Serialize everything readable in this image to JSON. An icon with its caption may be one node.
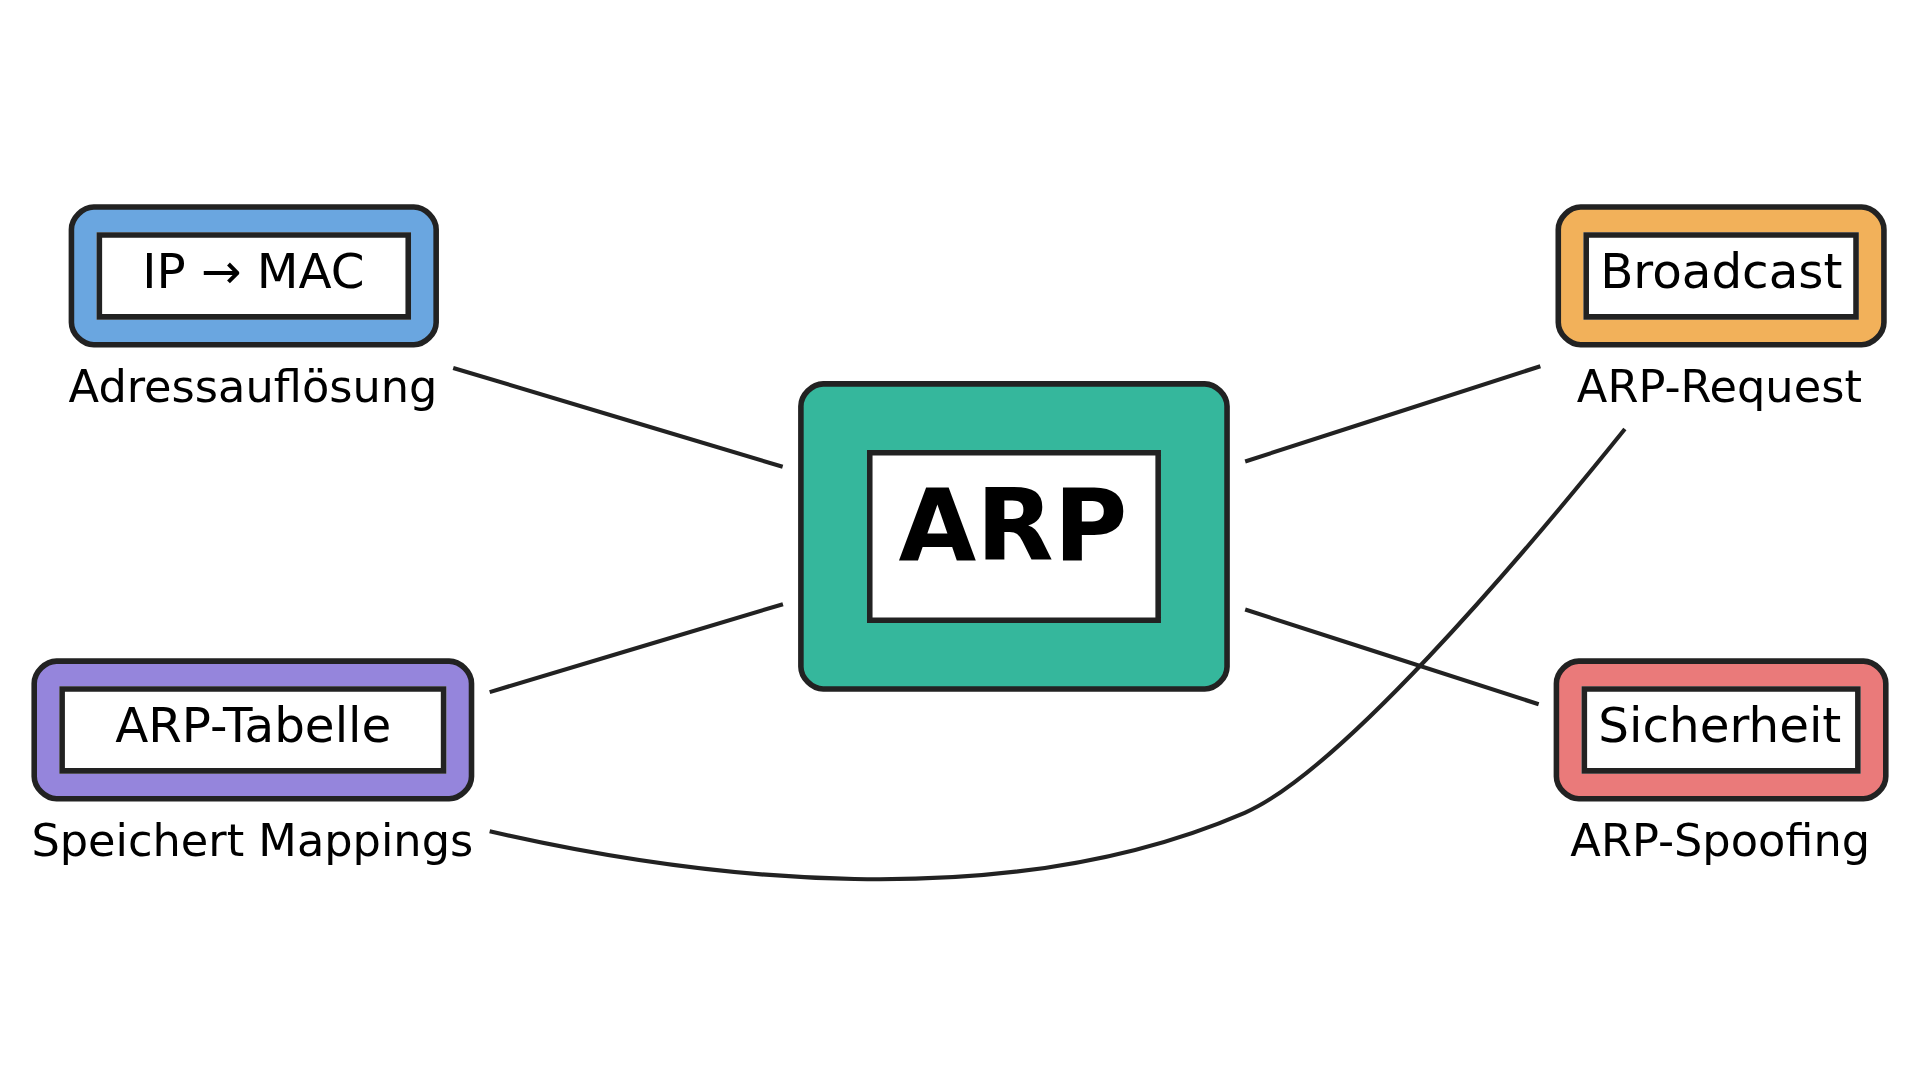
{
  "diagram": {
    "nodes": [
      {
        "text": [
          "IP → MAC"
        ],
        "beside": [
          "Adressauflösung"
        ]
      },
      {
        "text": [
          "Broadcast"
        ],
        "beside": [
          "ARP-Request"
        ]
      },
      {
        "text": [
          "ARP"
        ]
      },
      {
        "text": [
          "ARP-Tabelle"
        ],
        "beside": [
          "Speichert Mappings"
        ]
      },
      {
        "text": [
          "Sicherheit"
        ],
        "beside": [
          "ARP-Spoofing"
        ]
      }
    ],
    "edges": [
      {
        "from": 2,
        "to": 0,
        "arrow": "none"
      },
      {
        "from": 2,
        "to": 1,
        "arrow": "none"
      },
      {
        "from": 2,
        "to": 3,
        "arrow": "none"
      },
      {
        "from": 2,
        "to": 4,
        "arrow": "none"
      },
      {
        "from": 1,
        "to": 3,
        "arrow": "none"
      }
    ]
  }
}
